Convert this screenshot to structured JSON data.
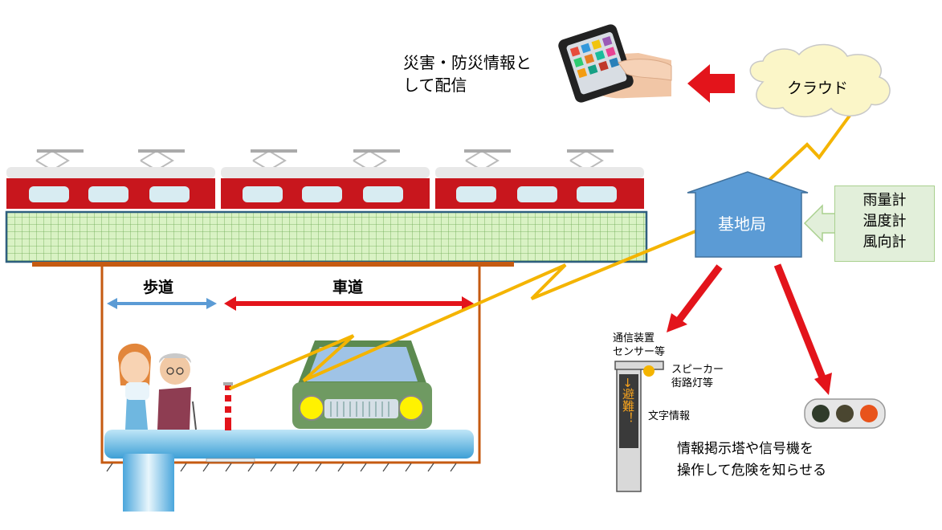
{
  "phone_caption": [
    "災害・防災情報と",
    "して配信"
  ],
  "cloud_label": "クラウド",
  "base_station_label": "基地局",
  "sensors": [
    "雨量計",
    "温度計",
    "風向計"
  ],
  "sidewalk_label": "歩道",
  "roadway_label": "車道",
  "comm_device_label": [
    "通信装置",
    "センサー等"
  ],
  "speaker_label": [
    "スピーカー",
    "街路灯等"
  ],
  "text_info_label": "文字情報",
  "sign_text": "→避難！",
  "bottom_caption": [
    "情報掲示塔や信号機を",
    "操作して危険を知らせる"
  ],
  "colors": {
    "train_red": "#c8161d",
    "base_blue": "#5b9bd5",
    "arrow_red": "#e3141b",
    "signal_yellow": "#f4b400",
    "tunnel_brown": "#c55a11"
  }
}
